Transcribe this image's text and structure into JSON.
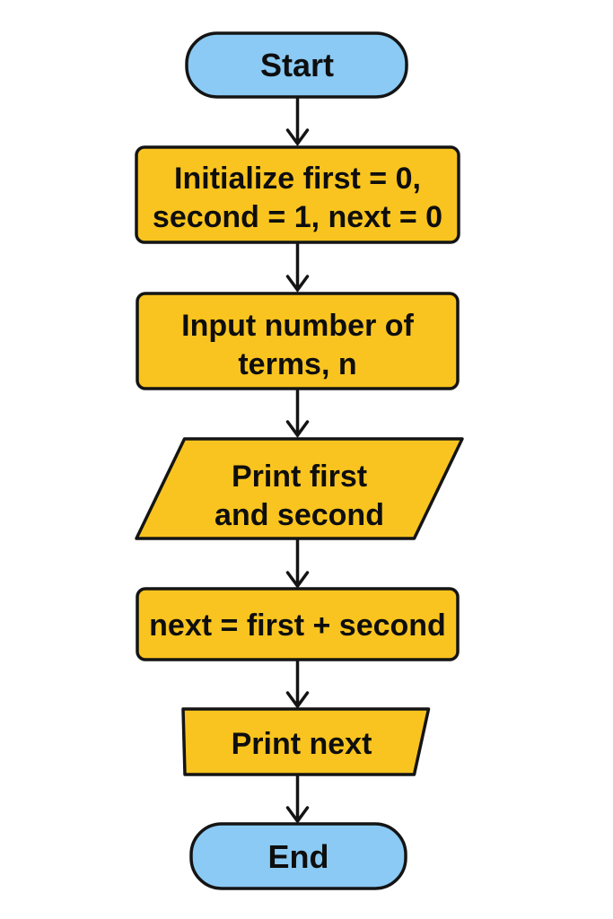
{
  "diagram": {
    "type": "flowchart",
    "direction": "top-to-bottom",
    "colors": {
      "terminator_fill": "#8ACAF4",
      "step_fill": "#F9C41F",
      "outline": "#141414",
      "text": "#0E0E0E",
      "background": "#FFFFFF"
    },
    "nodes": [
      {
        "id": "start",
        "type": "terminator",
        "lines": [
          "Start"
        ]
      },
      {
        "id": "initialize",
        "type": "process",
        "lines": [
          "Initialize first = 0,",
          "second = 1, next = 0"
        ]
      },
      {
        "id": "input-terms",
        "type": "process",
        "lines": [
          "Input number of",
          "terms, n"
        ]
      },
      {
        "id": "print-first-second",
        "type": "input-output",
        "lines": [
          "Print first",
          "and second"
        ]
      },
      {
        "id": "compute-next",
        "type": "process",
        "lines": [
          "next = first + second"
        ]
      },
      {
        "id": "print-next",
        "type": "input-output",
        "lines": [
          "Print next"
        ]
      },
      {
        "id": "end",
        "type": "terminator",
        "lines": [
          "End"
        ]
      }
    ],
    "flow": [
      "start -> initialize",
      "initialize -> input-terms",
      "input-terms -> print-first-second",
      "print-first-second -> compute-next",
      "compute-next -> print-next",
      "print-next -> end"
    ]
  }
}
